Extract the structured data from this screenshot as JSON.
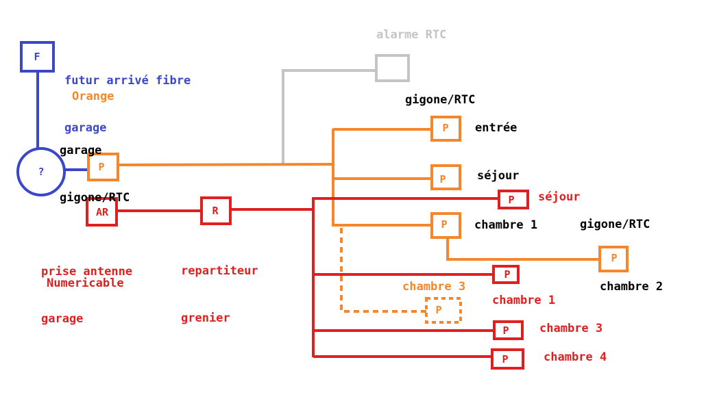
{
  "colors": {
    "blue": "#3a47c9",
    "orange": "#f5862b",
    "red": "#e02020",
    "gray": "#c4c4c4",
    "black": "#000000"
  },
  "nodes": {
    "fibre": "F",
    "junction": "?",
    "orange_garage": "P",
    "antenna": "AR",
    "repartiteur": "R",
    "orange_entree": "P",
    "orange_sejour": "P",
    "orange_chambre1": "P",
    "orange_chambre2": "P",
    "orange_chambre3_future": "P",
    "red_sejour": "P",
    "red_chambre1": "P",
    "red_chambre3": "P",
    "red_chambre4": "P"
  },
  "labels": {
    "fibre_line1": "futur arrivé fibre",
    "fibre_line2": "garage",
    "orange": "Orange",
    "garage_line1": "garage",
    "garage_line2": "gigone/RTC",
    "alarme": "alarme RTC",
    "gigone_top": "gigone/RTC",
    "entree": "entrée",
    "sejour_orange": "séjour",
    "sejour_red": "séjour",
    "chambre1_orange": "chambre 1",
    "gigone_right": "gigone/RTC",
    "chambre2": "chambre 2",
    "chambre3_orange": "chambre 3",
    "chambre1_red": "chambre 1",
    "chambre3_red": "chambre 3",
    "chambre4_red": "chambre 4",
    "antenne_line1": "prise antenne",
    "antenne_line2": "garage",
    "numericable": "Numericable",
    "repartiteur_line1": "repartiteur",
    "repartiteur_line2": "grenier"
  }
}
